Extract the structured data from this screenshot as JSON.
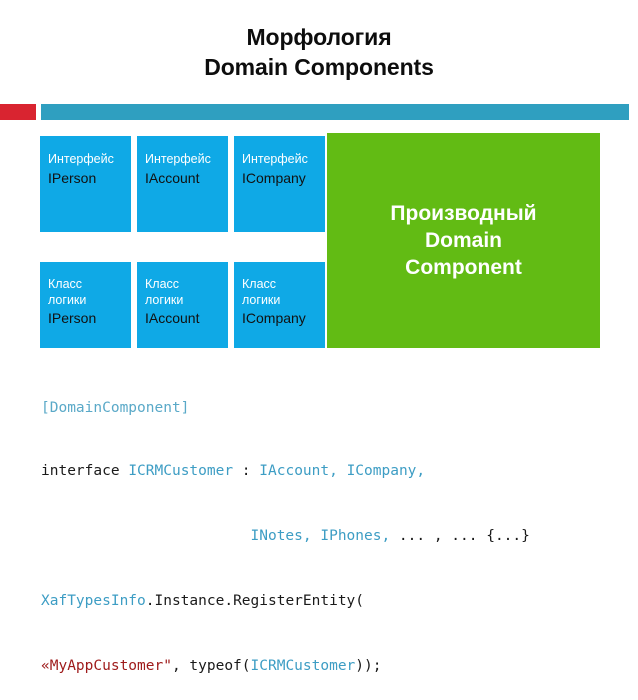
{
  "slide": {
    "title_lines": [
      "Морфология",
      "Domain Components"
    ],
    "accent_colors": {
      "red": "#d92430",
      "blue_bar": "#2f9fc0",
      "card_blue": "#0fa9e6",
      "card_green": "#62bb14"
    }
  },
  "diagram": {
    "interface_cards": [
      {
        "kind": "Интерфейс",
        "name": "IPerson"
      },
      {
        "kind": "Интерфейс",
        "name": "IAccount"
      },
      {
        "kind": "Интерфейс",
        "name": "ICompany"
      }
    ],
    "logic_cards": [
      {
        "kind_line1": "Класс",
        "kind_line2": "логики",
        "name": "IPerson"
      },
      {
        "kind_line1": "Класс",
        "kind_line2": "логики",
        "name": "IAccount"
      },
      {
        "kind_line1": "Класс",
        "kind_line2": "логики",
        "name": "ICompany"
      }
    ],
    "derived_component_lines": [
      "Производный",
      "Domain",
      "Component"
    ]
  },
  "code": {
    "line1_attribute": "[DomainComponent]",
    "line2_keyword": "interface ",
    "line2_typename": "ICRMCustomer",
    "line2_colon": " : ",
    "line2_bases": "IAccount, ICompany,",
    "line3_indent": "                        ",
    "line3_bases": "INotes, IPhones, ",
    "line3_tail": "... , ... {...}",
    "line4_type": "XafTypesInfo",
    "line4_rest": ".Instance.RegisterEntity(",
    "line5_string": "«MyAppCustomer\"",
    "line5_mid": ", typeof(",
    "line5_type": "ICRMCustomer",
    "line5_tail": "));"
  }
}
